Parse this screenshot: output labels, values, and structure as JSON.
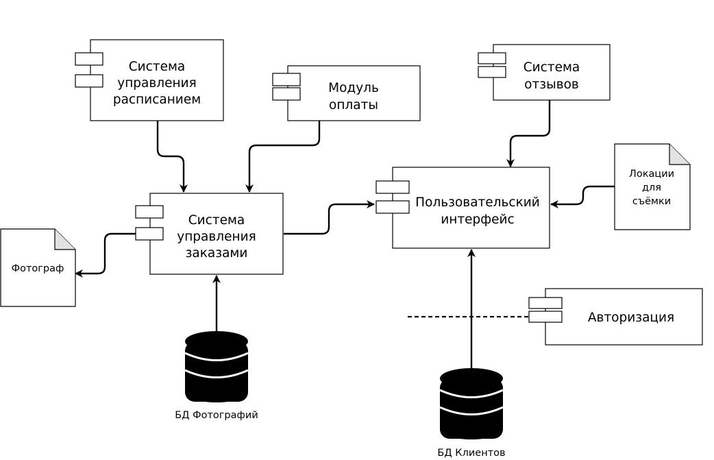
{
  "components": {
    "schedule": [
      "Система",
      "управления",
      "расписанием"
    ],
    "payment": [
      "Модуль",
      "оплаты"
    ],
    "reviews": [
      "Система",
      "отзывов"
    ],
    "orders": [
      "Система",
      "управления",
      "заказами"
    ],
    "ui": [
      "Пользовательский",
      "интерфейс"
    ],
    "auth": [
      "Авторизация"
    ]
  },
  "documents": {
    "photographer": [
      "Фотограф"
    ],
    "locations": [
      "Локации",
      "для",
      "съёмки"
    ]
  },
  "databases": {
    "photos": "БД Фотографий",
    "clients": "БД Клиентов"
  }
}
